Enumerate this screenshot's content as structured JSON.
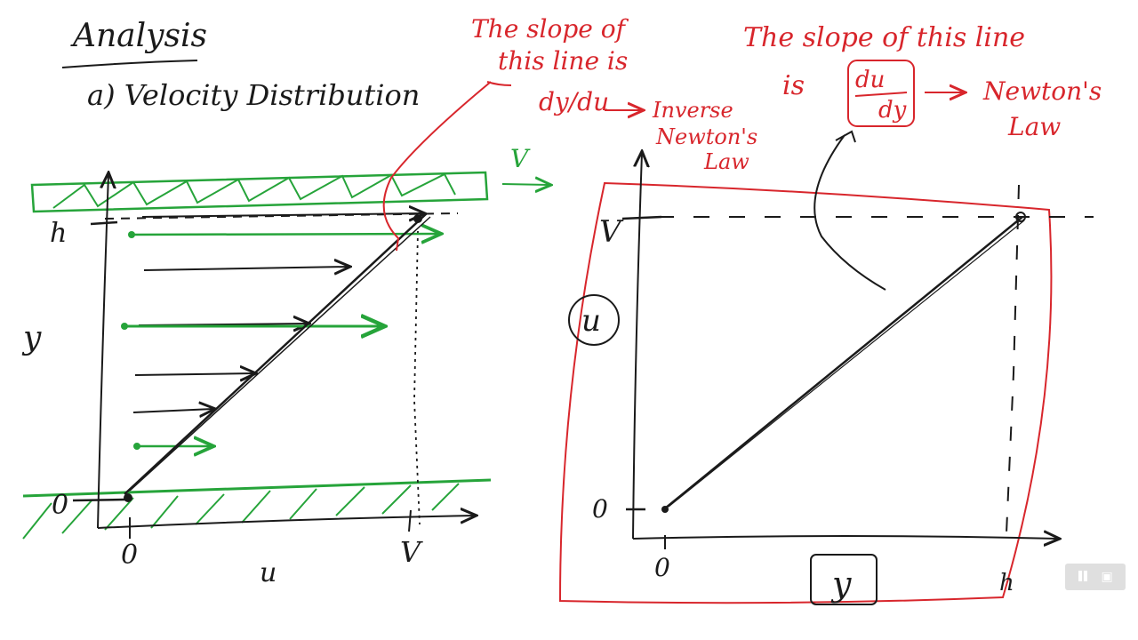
{
  "title": "Analysis",
  "subtitle": "a) Velocity Distribution",
  "left_plot": {
    "top_wall_velocity_label": "V",
    "y_axis_label": "y",
    "y_tick_top": "h",
    "y_tick_bottom": "0",
    "x_tick_left": "0",
    "x_tick_right": "V",
    "x_axis_label": "u"
  },
  "right_plot": {
    "y_axis_label": "u",
    "y_tick_top": "V",
    "y_tick_bottom": "0",
    "x_tick_left": "0",
    "x_tick_right": "h",
    "x_axis_label": "y"
  },
  "notes": {
    "left_line1": "The slope of",
    "left_line2": "this line is",
    "left_formula": "dy/du",
    "left_result1": "Inverse",
    "left_result2": "Newton's",
    "left_result3": "Law",
    "right_line1": "The slope of this line",
    "right_line2": "is",
    "right_formula_num": "du",
    "right_formula_den": "dy",
    "right_result1": "Newton's",
    "right_result2": "Law"
  },
  "colors": {
    "ink": "#1a1a1a",
    "red": "#d8262c",
    "green": "#26a43a"
  },
  "player_controls": {
    "pause_icon": "pause-icon",
    "screen_icon": "picture-icon"
  }
}
